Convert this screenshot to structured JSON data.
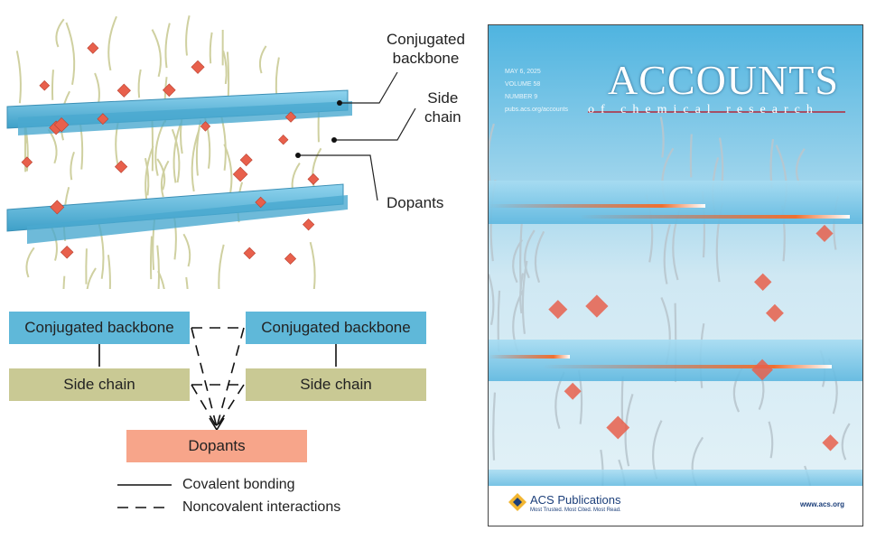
{
  "schematic": {
    "labels": {
      "backbone": "Conjugated\nbackbone",
      "side_chain": "Side\nchain",
      "dopants": "Dopants"
    }
  },
  "diagram": {
    "left_backbone": "Conjugated backbone",
    "right_backbone": "Conjugated backbone",
    "left_side_chain": "Side chain",
    "right_side_chain": "Side chain",
    "dopants": "Dopants"
  },
  "legend": {
    "solid": "Covalent bonding",
    "dashed": "Noncovalent interactions"
  },
  "cover": {
    "title": "ACCOUNTS",
    "subtitle": "of chemical research",
    "date": "MAY 6, 2025",
    "volume": "VOLUME 58",
    "number": "NUMBER 9",
    "site": "pubs.acs.org/accounts",
    "publisher": "ACS Publications",
    "publisher_tagline": "Most Trusted. Most Cited. Most Read.",
    "url": "www.acs.org"
  },
  "colors": {
    "backbone": "#5fb8d9",
    "side_chain": "#c9c994",
    "dopant": "#f7a58a",
    "chains": "#cfd0a0",
    "dopant_crystal": "#e8604c"
  }
}
